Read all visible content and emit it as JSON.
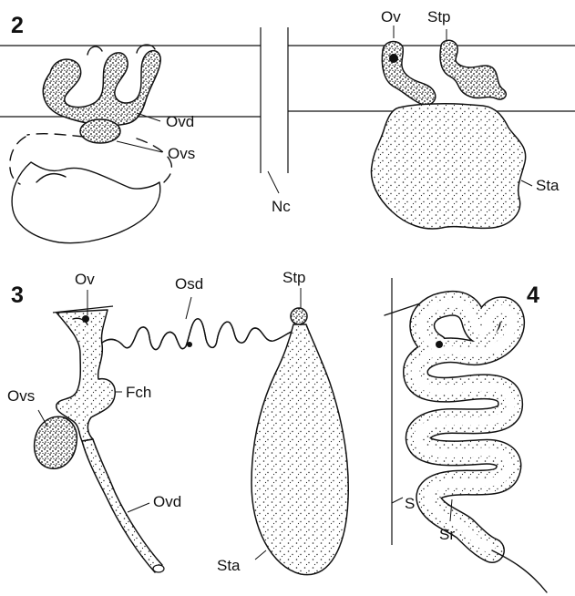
{
  "figure_numbers": {
    "fig2": "2",
    "fig3": "3",
    "fig4": "4"
  },
  "labels": {
    "fig2_left_ovd": "Ovd",
    "fig2_left_ovs": "Ovs",
    "fig2_nc": "Nc",
    "fig2_right_ov": "Ov",
    "fig2_right_stp": "Stp",
    "fig2_right_sta": "Sta",
    "fig3_ov": "Ov",
    "fig3_osd": "Osd",
    "fig3_stp": "Stp",
    "fig3_ovs": "Ovs",
    "fig3_fch": "Fch",
    "fig3_ovd": "Ovd",
    "fig3_sta": "Sta",
    "fig4_s": "S",
    "fig4_sr": "Sr"
  }
}
